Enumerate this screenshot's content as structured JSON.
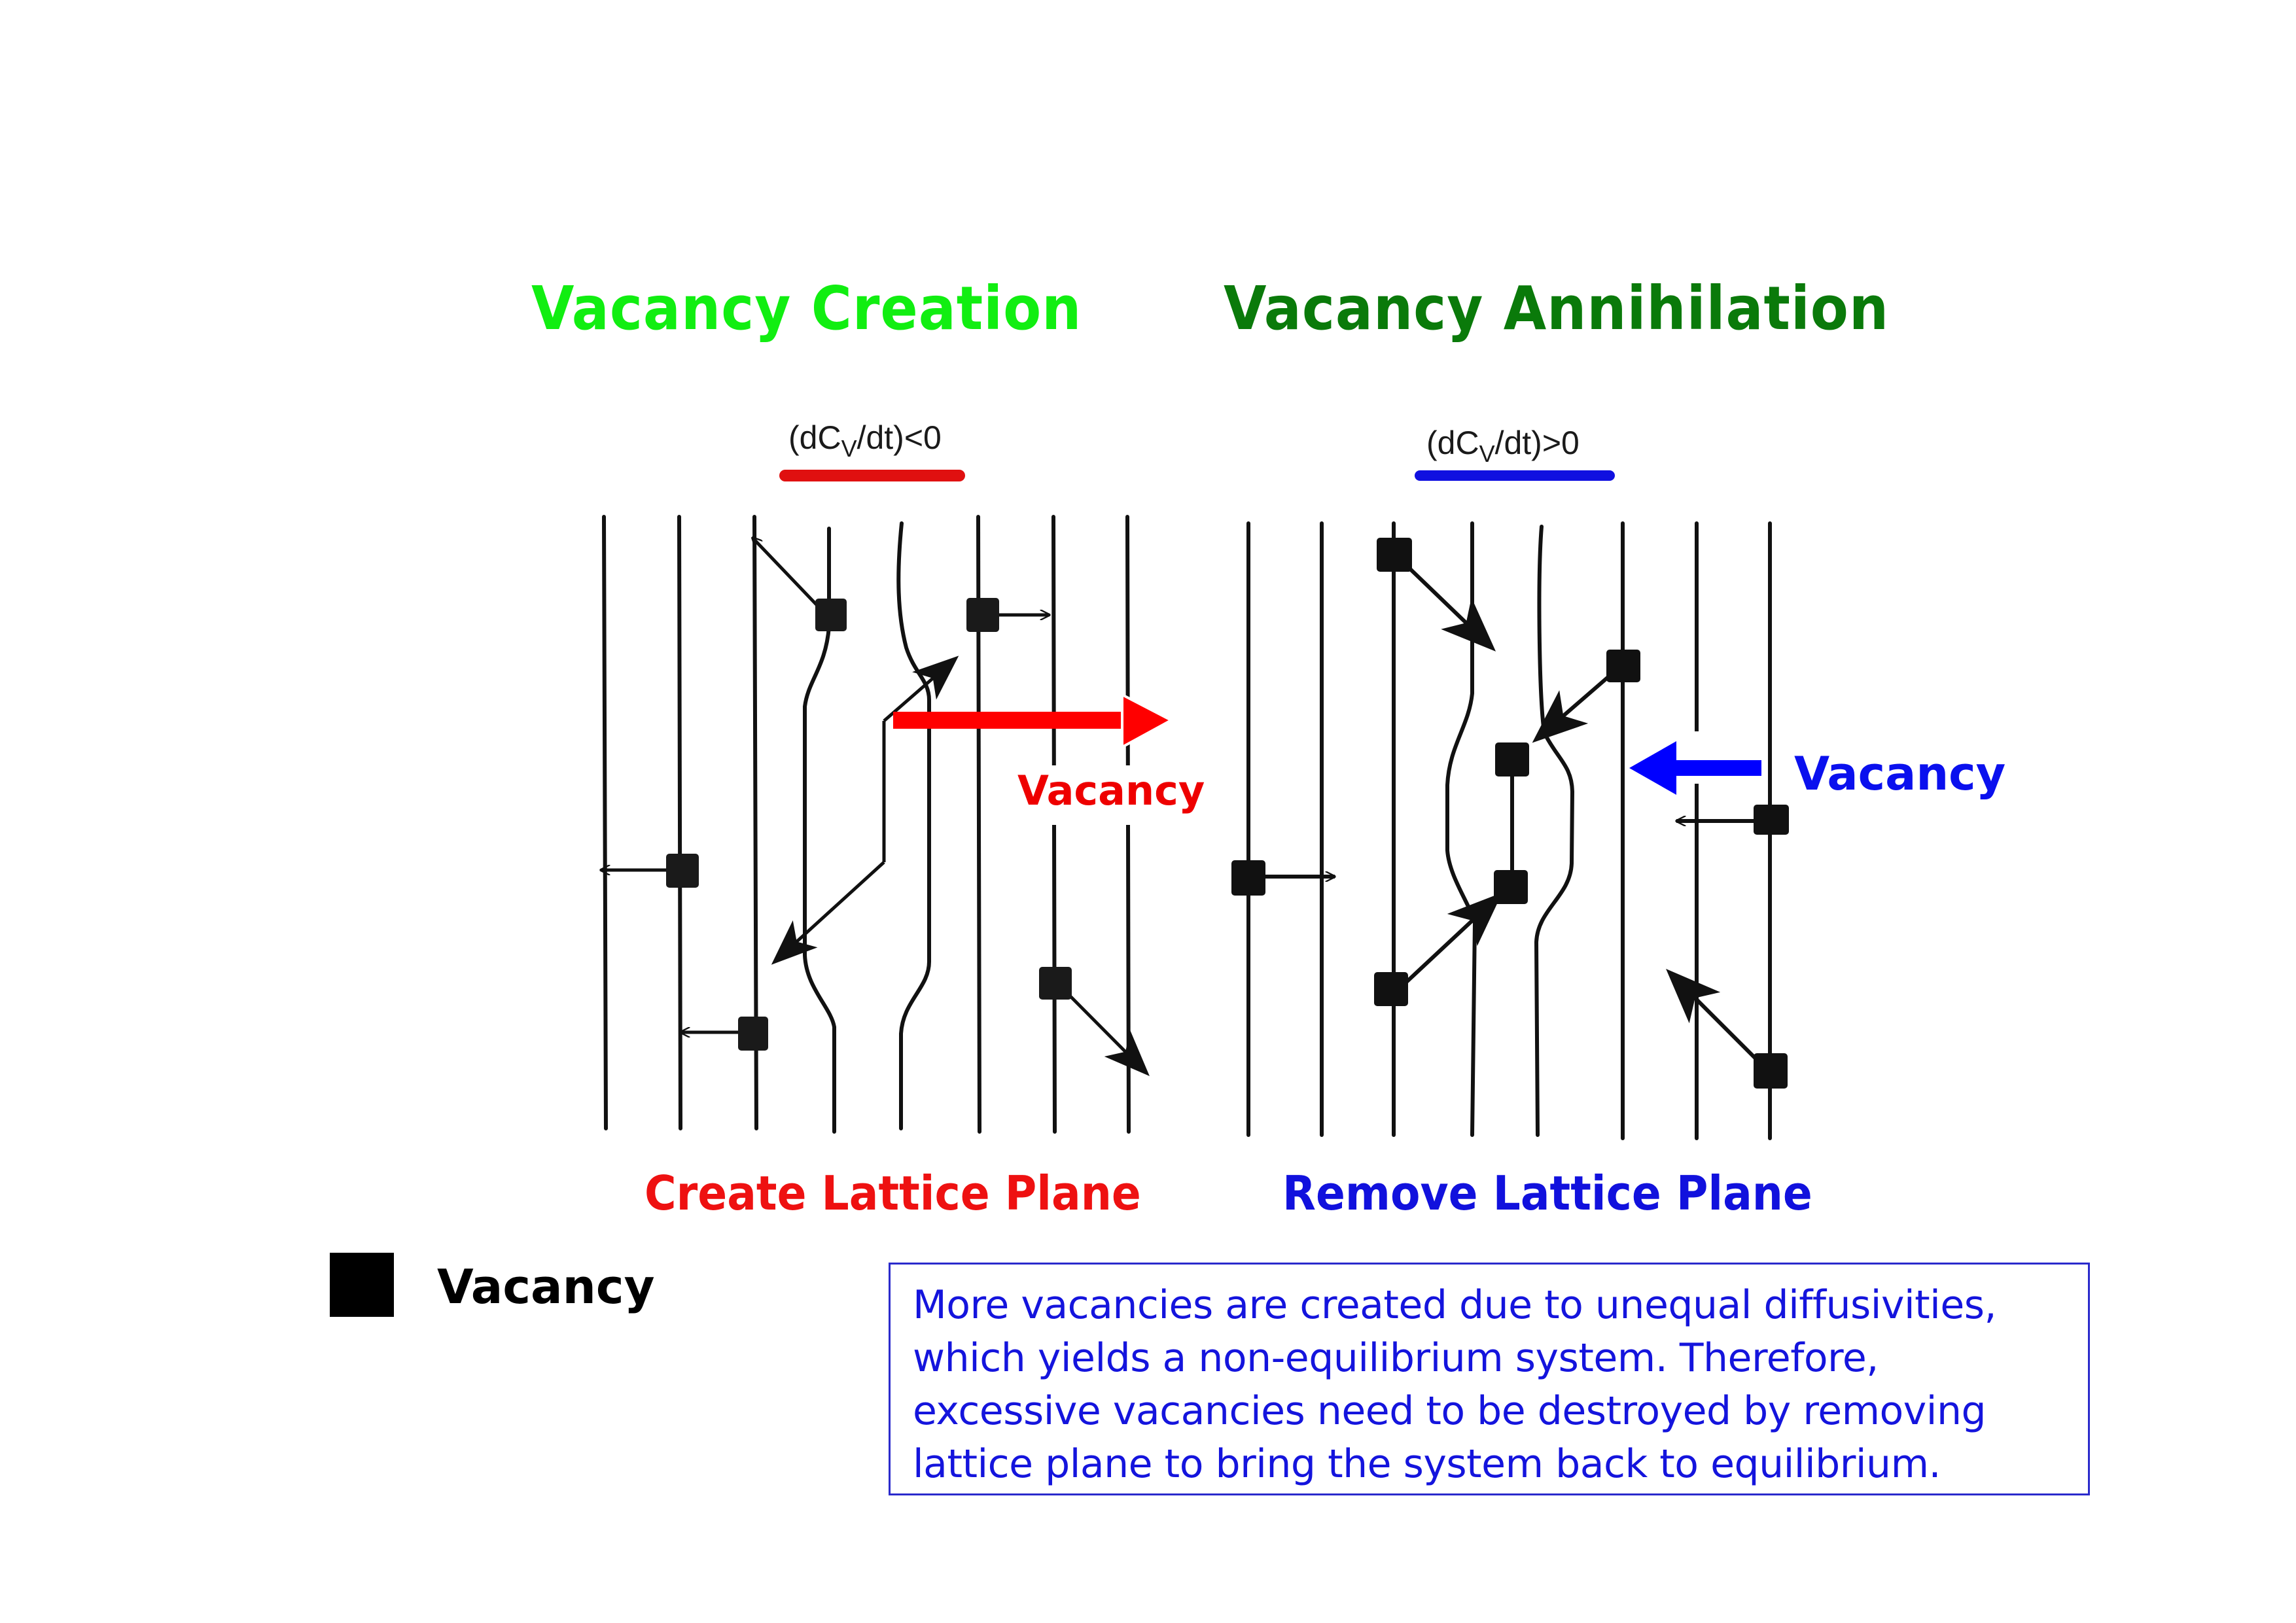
{
  "slide": {
    "titles": {
      "creation": "Vacancy Creation",
      "annihilation": "Vacancy Annihilation"
    },
    "left_panel": {
      "rate_expression": {
        "prefix": "(dC",
        "subscript": "V",
        "suffix": "/dt)<0"
      },
      "underline_color": "#e01010",
      "arrow_color": "#ff0000",
      "arrow_direction": "right",
      "arrow_label": "Vacancy",
      "caption": "Create Lattice Plane",
      "caption_color": "#ee1111"
    },
    "right_panel": {
      "rate_expression": {
        "prefix": "(dC",
        "subscript": "V",
        "suffix": "/dt)>0"
      },
      "underline_color": "#1010e0",
      "arrow_color": "#0000ff",
      "arrow_direction": "left",
      "arrow_label": "Vacancy",
      "caption": "Remove Lattice Plane",
      "caption_color": "#1111dd"
    },
    "legend": {
      "symbol": "black-square",
      "label": "Vacancy"
    },
    "note": {
      "text": "More vacancies are created due to unequal diffusivities, which yields a non-equilibrium system. Therefore, excessive vacancies need to be destroyed by removing lattice plane to bring the system back to equilibrium.",
      "border_color": "#2a2acc",
      "text_color": "#1414dd"
    },
    "colors": {
      "title_creation": "#11ee11",
      "title_annihilation": "#0a7a0a",
      "lattice_lines": "#111111",
      "vacancy": "#111111"
    }
  }
}
